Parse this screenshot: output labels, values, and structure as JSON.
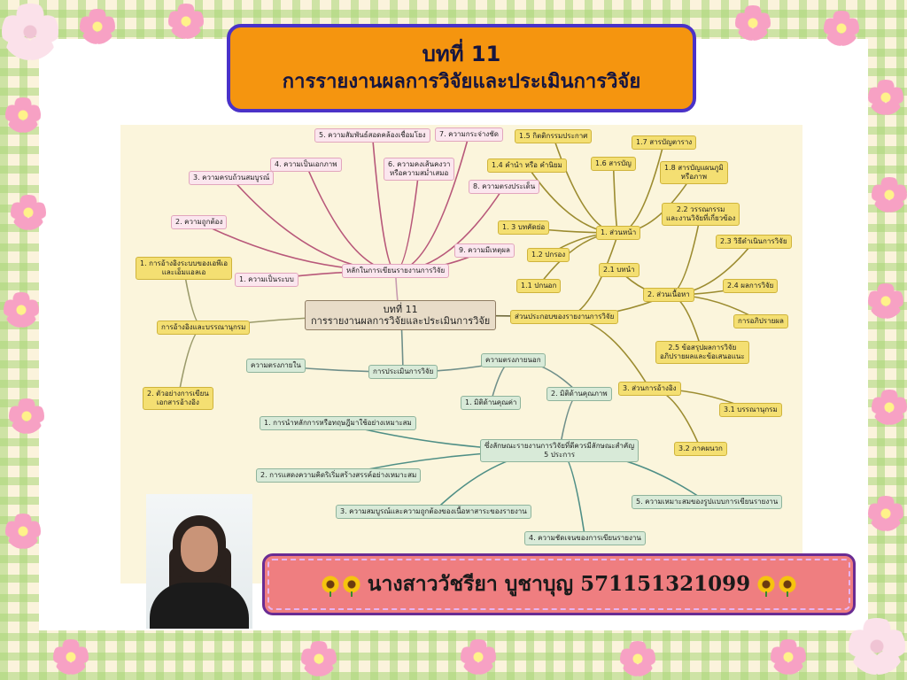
{
  "title": {
    "line1": "บทที่ 11",
    "line2": "การรายงานผลการวิจัยและประเมินการวิจัย"
  },
  "author": {
    "name": "นางสาววัชรียา  บูชาบุญ 571151321099",
    "decoration_icon": "sunflower-icon",
    "sunflowers_each_side": 2
  },
  "colors": {
    "title_bg": "#f5950f",
    "title_border": "#4a32c8",
    "name_bg": "#ef7e80",
    "name_border": "#6a2c93"
  },
  "mindmap": {
    "center": [
      "บทที่ 11",
      "การรายงานผลการวิจัยและประเมินการวิจัย"
    ],
    "principles": {
      "hub": "หลักในการเขียนรายงานการวิจัย",
      "items": [
        "1. ความเป็นระบบ",
        "2. ความถูกต้อง",
        "3. ความครบถ้วนสมบูรณ์",
        "4. ความเป็นเอกภาพ",
        "5. ความสัมพันธ์สอดคล้องเชื่อมโยง",
        [
          "6. ความคงเส้นคงวา",
          "หรือความสม่ำเสมอ"
        ],
        "7. ความกระจ่างชัด",
        "8. ความตรงประเด็น",
        "9. ความมีเหตุผล"
      ]
    },
    "components": {
      "hub": "ส่วนประกอบของรายงานการวิจัย",
      "front": {
        "hub": "1. ส่วนหน้า",
        "items": [
          "1.1 ปกนอก",
          "1.2 ปกรอง",
          "1. 3 บทคัดย่อ",
          "1.4 คำนำ หรือ คำนิยม",
          "1.5 กิตติกรรมประกาศ",
          "1.6 สารบัญ",
          "1.7 สารบัญตาราง",
          [
            "1.8 สารบัญแผนภูมิ",
            "หรือภาพ"
          ]
        ]
      },
      "body": {
        "hub": "2. ส่วนเนื้อหา",
        "items": [
          "2.1 บทนำ",
          [
            "2.2 วรรณกรรม",
            "และงานวิจัยที่เกี่ยวข้อง"
          ],
          "2.3 วิธีดำเนินการวิจัย",
          "2.4 ผลการวิจัย",
          "การอภิปรายผล",
          [
            "2.5 ข้อสรุปผลการวิจัย",
            "อภิปรายผลและข้อเสนอแนะ"
          ]
        ]
      },
      "reference": {
        "hub": "3. ส่วนการอ้างอิง",
        "items": [
          "3.1 บรรณานุกรม",
          "3.2 ภาคผนวก"
        ]
      }
    },
    "citations": {
      "hub": "การอ้างอิงและบรรณานุกรม",
      "items": [
        [
          "1. การอ้างอิงระบบของเอพีเอ",
          "และเอ็มแอลเอ"
        ],
        [
          "2. ตัวอย่างการเขียน",
          "เอกสารอ้างอิง"
        ]
      ]
    },
    "evaluation": {
      "hub": "การประเมินการวิจัย",
      "internal": "ความตรงภายใน",
      "external": "ความตรงภายนอก",
      "quantity": "1. มิติด้านคุณค่า",
      "quality": "2. มิติด้านคุณภาพ"
    },
    "characteristics": {
      "hub": [
        "ซึ่งลักษณะรายงานการวิจัยที่ดีควรมีลักษณะสำคัญ",
        "5 ประการ"
      ],
      "items": [
        "1. การนำหลักการหรือทฤษฎีมาใช้อย่างเหมาะสม",
        "2. การแสดงความคิดริเริ่มสร้างสรรค์อย่างเหมาะสม",
        "3. ความสมบูรณ์และความถูกต้องของเนื้อหาสาระของรายงาน",
        "4. ความชัดเจนของการเขียนรายงาน",
        "5. ความเหมาะสมของรูปแบบการเขียนรายงาน"
      ]
    }
  }
}
